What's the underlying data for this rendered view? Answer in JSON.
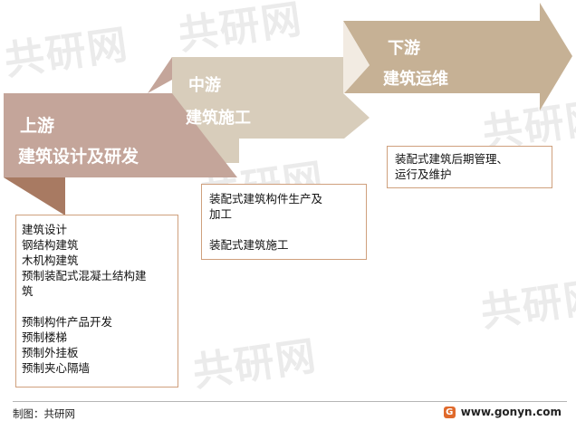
{
  "watermark": "共研网",
  "stages": [
    {
      "title": "上游",
      "subtitle": "建筑设计及研发",
      "color": "#c4a59a"
    },
    {
      "title": "中游",
      "subtitle": "建筑施工",
      "color": "#d8cdbb"
    },
    {
      "title": "下游",
      "subtitle": "建筑运维",
      "color": "#c6b195"
    }
  ],
  "boxes": {
    "upstream": {
      "group1": [
        "建筑设计",
        "钢结构建筑",
        "木机构建筑",
        "预制装配式混凝土结构建",
        "筑"
      ],
      "group2": [
        "预制构件产品开发",
        "预制楼梯",
        "预制外挂板",
        "预制夹心隔墙"
      ]
    },
    "midstream": {
      "group1": [
        "装配式建筑构件生产及",
        "加工"
      ],
      "group2": [
        "装配式建筑施工"
      ]
    },
    "downstream": {
      "group1": [
        "装配式建筑后期管理、",
        "运行及维护"
      ]
    }
  },
  "footer": {
    "source": "制图：共研网",
    "site": "www.gonyn.com",
    "logo_letter": "G"
  },
  "colors": {
    "box_border": "#cfa07d",
    "fold": "#a87a62",
    "fold_light": "#f2ebe2"
  }
}
